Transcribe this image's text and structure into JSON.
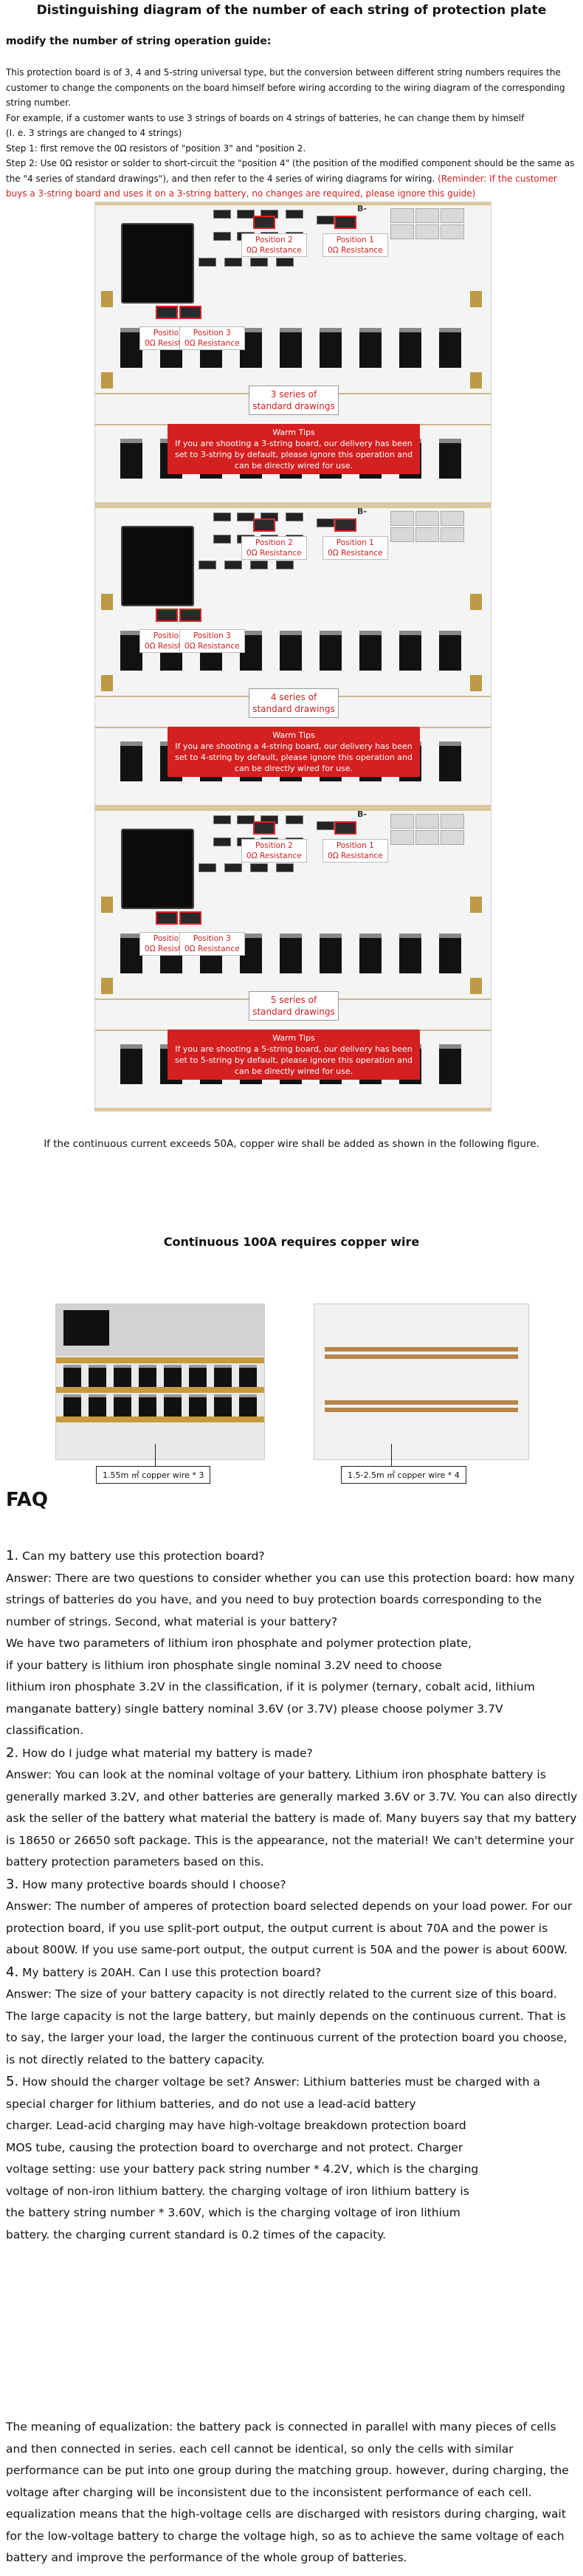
{
  "title": "Distinguishing diagram of the number of each string of protection plate",
  "guide_heading": "modify the number of string operation guide:",
  "intro": {
    "p1": "This protection board is of 3, 4 and 5-string universal type, but the conversion between different string numbers requires the customer to change the components on the board himself before wiring according to the wiring diagram of the corresponding string number.",
    "p2": "For example, if a customer wants to use 3 strings of boards on 4 strings of batteries, he can change them by himself",
    "p3": "(I. e. 3 strings are changed to 4 strings)",
    "p4": "Step 1: first remove the 0Ω resistors of \"position 3\" and \"position 2.",
    "p5": "Step 2: Use 0Ω resistor or solder to short-circuit the \"position 4\" (the position of the modified component should be the same as the \"4 series of standard drawings\"), and then refer to the 4 series of wiring diagrams for wiring.",
    "reminder": "(Reminder: If the customer buys a 3-string board and uses it on a 3-string battery, no changes are required, please ignore this guide)"
  },
  "boards": [
    {
      "positions": [
        {
          "name": "Position 2",
          "resistance": "0Ω Resistance"
        },
        {
          "name": "Position 1",
          "resistance": "0Ω Resistance"
        },
        {
          "name": "Position 4",
          "resistance": "0Ω Resistance"
        },
        {
          "name": "Position 3",
          "resistance": "0Ω Resistance"
        }
      ],
      "series_line1": "3 series of",
      "series_line2": "standard drawings",
      "tips_title": "Warm Tips",
      "tips_text": "If you are shooting a 3-string board, our delivery has been set to 3-string by default, please ignore this operation and can be directly wired for use.",
      "flag": "B-"
    },
    {
      "positions": [
        {
          "name": "Position 2",
          "resistance": "0Ω Resistance"
        },
        {
          "name": "Position 1",
          "resistance": "0Ω Resistance"
        },
        {
          "name": "Position 4",
          "resistance": "0Ω Resistance"
        },
        {
          "name": "Position 3",
          "resistance": "0Ω Resistance"
        }
      ],
      "series_line1": "4 series of",
      "series_line2": "standard drawings",
      "tips_title": "Warm Tips",
      "tips_text": "If you are shooting a 4-string board, our delivery has been set to 4-string by default, please ignore this operation and can be directly wired for use.",
      "flag": "B-"
    },
    {
      "positions": [
        {
          "name": "Position 2",
          "resistance": "0Ω Resistance"
        },
        {
          "name": "Position 1",
          "resistance": "0Ω Resistance"
        },
        {
          "name": "Position 4",
          "resistance": "0Ω Resistance"
        },
        {
          "name": "Position 3",
          "resistance": "0Ω Resistance"
        }
      ],
      "series_line1": "5 series of",
      "series_line2": "standard drawings",
      "tips_title": "Warm Tips",
      "tips_text": "If you are shooting a 5-string board, our delivery has been set to 5-string by default, please ignore this operation and can be directly wired for use.",
      "flag": "B-"
    }
  ],
  "current_note": "If the continuous current exceeds 50A, copper wire shall be added as shown in the following figure.",
  "copper_title": "Continuous 100A requires copper wire",
  "copper_labels": [
    "1.55m ㎡ copper wire * 3",
    "1.5-2.5m ㎡ copper wire * 4"
  ],
  "faq_heading": "FAQ",
  "faq": [
    {
      "num": "1.",
      "question": "Can my battery use this protection board?",
      "answer": [
        "Answer: There are two questions to consider whether you can use this protection board: how many strings of batteries do you have, and you need to buy protection boards corresponding to the number of strings. Second, what material is your battery?",
        "We have two parameters of lithium iron phosphate and polymer protection plate,",
        "if your battery is lithium iron phosphate single nominal 3.2V need to choose",
        "lithium iron phosphate 3.2V in the classification, if it is polymer (ternary, cobalt acid, lithium manganate battery) single battery nominal 3.6V (or 3.7V) please choose polymer 3.7V classification."
      ]
    },
    {
      "num": "2.",
      "question": "How do I judge what material my battery is made?",
      "answer": [
        "Answer: You can look at the nominal voltage of your battery. Lithium iron phosphate battery is generally marked 3.2V, and other batteries are generally marked 3.6V or 3.7V. You can also directly ask the seller of the battery what material the battery is made of. Many buyers say that my battery is 18650 or 26650 soft package. This is the appearance, not the material! We can't determine your battery protection parameters based on this."
      ]
    },
    {
      "num": "3.",
      "question": "How many protective boards should I choose?",
      "answer": [
        "Answer: The number of amperes of protection board selected depends on your load power. For our protection board, if you use split-port output, the output current is about 70A and the power is about 800W. If you use same-port output, the output current is 50A and the power is about 600W."
      ]
    },
    {
      "num": "4.",
      "question": "My battery is 20AH. Can I use this protection board?",
      "answer": [
        "Answer: The size of your battery capacity is not directly related to the current size of this board. The large capacity is not the large battery, but mainly depends on the continuous current. That is to say, the larger your load, the larger the continuous current of the protection board you choose, is not directly related to the battery capacity."
      ]
    },
    {
      "num": "5.",
      "question": "How should the charger voltage be set? Answer: Lithium batteries must be charged with a special charger for lithium batteries, and do not use a lead-acid battery",
      "answer": [
        "charger. Lead-acid charging may have high-voltage breakdown protection board",
        "MOS tube, causing the protection board to overcharge and not protect. Charger",
        "voltage setting: use your battery pack string number * 4.2V, which is the charging",
        "voltage of non-iron lithium battery. the charging voltage of iron lithium battery is",
        "the battery string number * 3.60V, which is the charging voltage of iron lithium",
        "battery. the charging current standard is 0.2 times of the capacity."
      ]
    }
  ],
  "equalization": "The meaning of equalization: the battery pack is connected in parallel with many pieces of cells and then connected in series. each cell cannot be identical, so only the cells with similar performance can be put into one group during the matching group. however, during charging, the voltage after charging will be inconsistent due to the inconsistent performance of each cell. equalization means that the high-voltage cells are discharged with resistors during charging, wait for the low-voltage battery to charge the voltage high, so as to achieve the same voltage of each battery and improve the performance of the whole group of batteries."
}
